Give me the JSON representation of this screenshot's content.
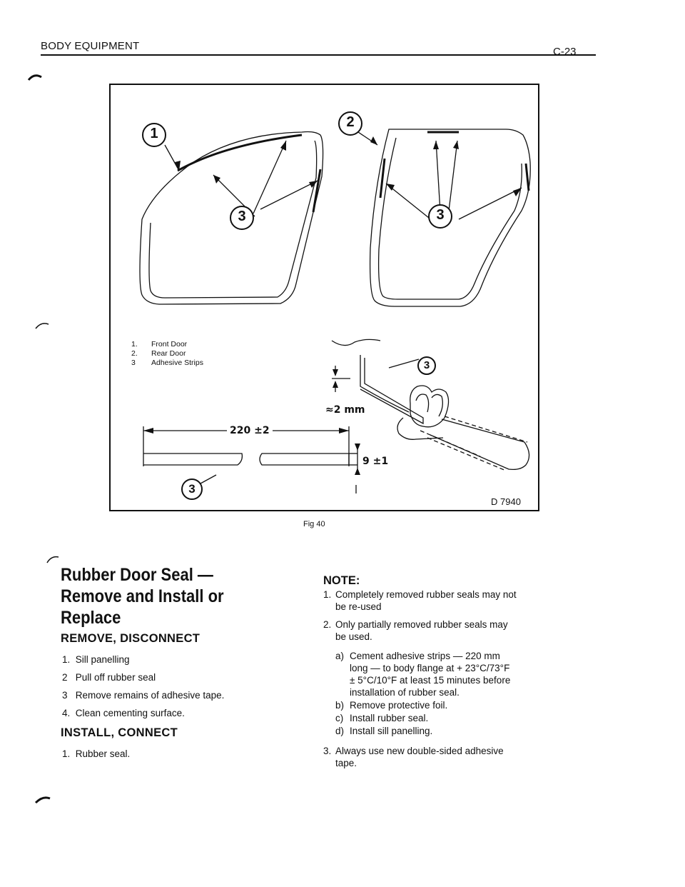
{
  "header": {
    "section_title": "BODY EQUIPMENT",
    "page_number": "C-23"
  },
  "figure": {
    "callouts": {
      "front_door": "1",
      "rear_door": "2",
      "strips_front": "3",
      "strips_rear": "3",
      "strip_detail": "3",
      "strip_length": "3"
    },
    "legend": [
      {
        "num": "1.",
        "label": "Front Door"
      },
      {
        "num": "2.",
        "label": "Rear Door"
      },
      {
        "num": "3",
        "label": "Adhesive Strips"
      }
    ],
    "dimensions": {
      "gap": "≈2 mm",
      "length": "220 ±2",
      "width": "9 ±1"
    },
    "figure_id": "D 7940",
    "caption": "Fig 40"
  },
  "procedure": {
    "title_lines": [
      "Rubber Door Seal —",
      "Remove and Install or",
      "Replace"
    ],
    "remove_heading": "REMOVE, DISCONNECT",
    "remove_steps": [
      "1.  Sill panelling",
      "2   Pull off rubber seal",
      "3   Remove remains of adhesive tape.",
      "4.  Clean cementing surface."
    ],
    "install_heading": "INSTALL, CONNECT",
    "install_steps": [
      "1.  Rubber seal."
    ]
  },
  "note": {
    "title": "NOTE:",
    "items": [
      {
        "num": "1.",
        "lines": [
          "Completely removed rubber seals may not",
          "be re-used"
        ]
      },
      {
        "num": "2.",
        "lines": [
          "Only partially removed rubber seals may",
          "be used."
        ]
      }
    ],
    "subitems": [
      {
        "num": "a)",
        "lines": [
          "Cement adhesive strips — 220 mm",
          "long — to body flange at + 23°C/73°F",
          "± 5°C/10°F at least 15 minutes before",
          "installation of rubber seal."
        ]
      },
      {
        "num": "b)",
        "lines": [
          "Remove protective foil."
        ]
      },
      {
        "num": "c)",
        "lines": [
          "Install rubber seal."
        ]
      },
      {
        "num": "d)",
        "lines": [
          "Install sill panelling."
        ]
      }
    ],
    "final": {
      "num": "3.",
      "lines": [
        "Always use new double-sided adhesive",
        "tape."
      ]
    }
  }
}
